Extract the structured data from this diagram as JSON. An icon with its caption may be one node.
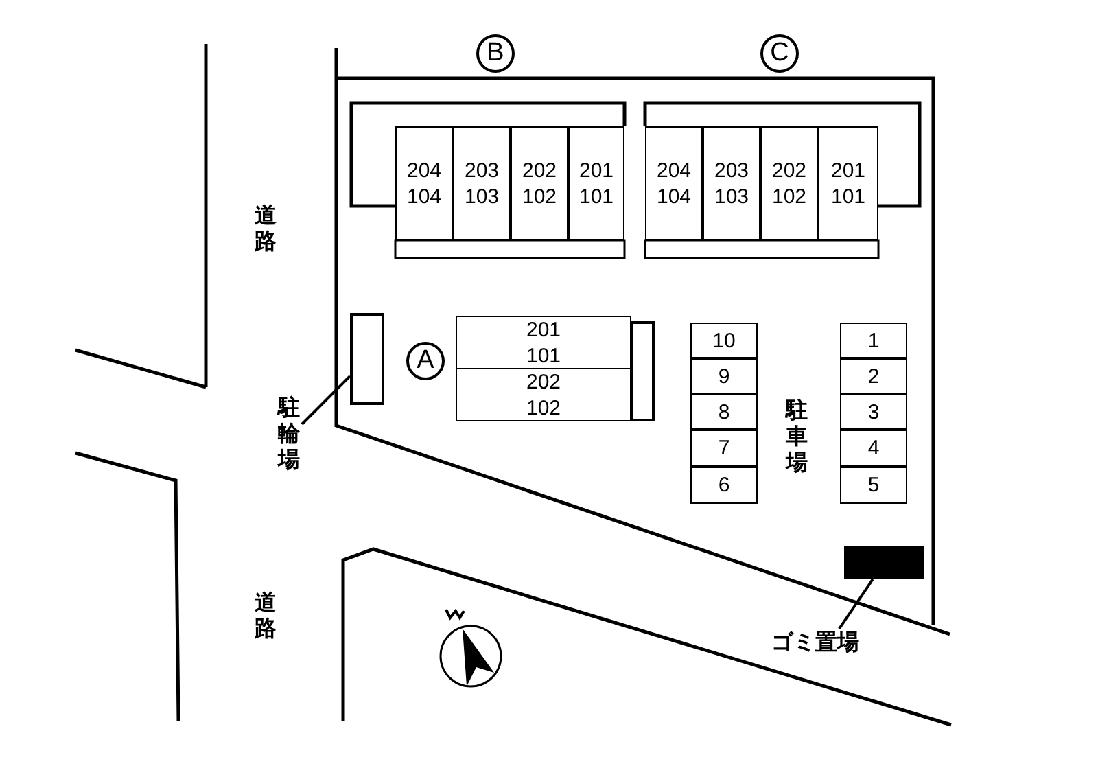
{
  "diagram": {
    "nodes": [
      {
        "text": [
          "204",
          "104"
        ]
      },
      {
        "text": [
          "203",
          "103"
        ]
      },
      {
        "text": [
          "202",
          "102"
        ]
      },
      {
        "text": [
          "201",
          "101"
        ]
      },
      {
        "text": [
          "204",
          "104"
        ]
      },
      {
        "text": [
          "203",
          "103"
        ]
      },
      {
        "text": [
          "202",
          "102"
        ]
      },
      {
        "text": [
          "201",
          "101"
        ]
      },
      {
        "text": [
          "201",
          "101"
        ]
      },
      {
        "text": [
          "202",
          "102"
        ]
      },
      {
        "text": [],
        "shape": "box"
      },
      {
        "text": [
          "駐輪場"
        ]
      },
      {
        "text": [
          "10"
        ]
      },
      {
        "text": [
          "9"
        ]
      },
      {
        "text": [
          "8"
        ]
      },
      {
        "text": [
          "7"
        ]
      },
      {
        "text": [
          "6"
        ]
      },
      {
        "text": [
          "1"
        ]
      },
      {
        "text": [
          "2"
        ]
      },
      {
        "text": [
          "3"
        ]
      },
      {
        "text": [
          "4"
        ]
      },
      {
        "text": [
          "5"
        ]
      },
      {
        "text": [],
        "shape": "bar"
      },
      {
        "text": [
          "ゴミ置場"
        ]
      }
    ],
    "edges": [
      {
        "from": 11,
        "to": 10,
        "arrow": "none"
      },
      {
        "from": 23,
        "to": 22,
        "arrow": "none"
      }
    ],
    "labels": [
      "B",
      "C",
      "道路",
      "A",
      "駐車場",
      "道路"
    ]
  }
}
